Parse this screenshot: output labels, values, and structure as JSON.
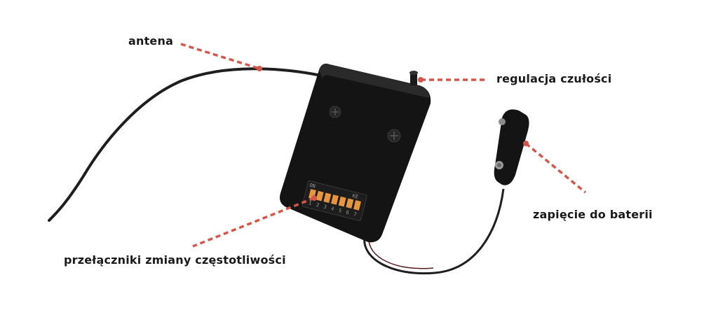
{
  "labels": {
    "antenna": "antena",
    "sensitivity": "regulacja czułości",
    "battery_clip": "zapięcie do baterii",
    "frequency_switches": "przełączniki zmiany częstotliwości"
  },
  "dip_switch": {
    "on_mark": "ON",
    "code_mark": "KE",
    "numbers": [
      "1",
      "2",
      "3",
      "4",
      "5",
      "6",
      "7"
    ]
  },
  "colors": {
    "leader_line": "#d2574a",
    "device_body": "#141414",
    "dip_switch": "#e7963f",
    "label_text": "#1a1a1a",
    "background": "#ffffff"
  }
}
